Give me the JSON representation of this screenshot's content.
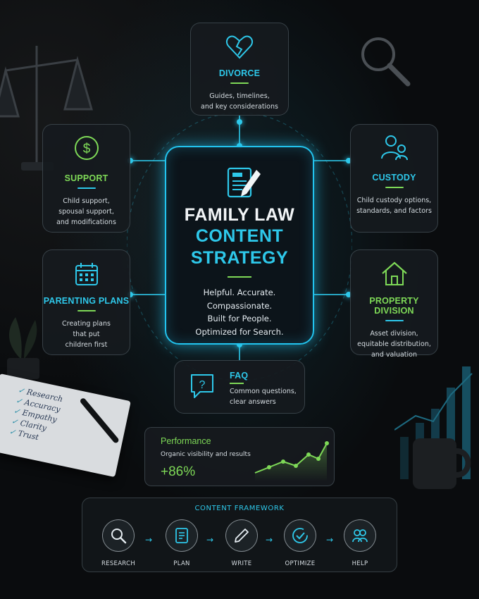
{
  "center": {
    "title_line1": "FAMILY LAW",
    "title_line2": "CONTENT",
    "title_line3": "STRATEGY",
    "tagline": [
      "Helpful. Accurate.",
      "Compassionate.",
      "Built for People.",
      "Optimized for Search."
    ],
    "icon": "document-pencil-icon"
  },
  "cards": {
    "divorce": {
      "title": "DIVORCE",
      "desc": [
        "Guides, timelines,",
        "and key considerations"
      ],
      "icon": "broken-heart-icon"
    },
    "support": {
      "title": "SUPPORT",
      "desc": [
        "Child support,",
        "spousal support,",
        "and modifications"
      ],
      "icon": "dollar-icon"
    },
    "custody": {
      "title": "CUSTODY",
      "desc": [
        "Child custody options,",
        "standards, and factors"
      ],
      "icon": "parent-child-icon"
    },
    "parenting": {
      "title": "PARENTING PLANS",
      "desc": [
        "Creating plans",
        "that put",
        "children first"
      ],
      "icon": "calendar-icon"
    },
    "property": {
      "title": "PROPERTY DIVISION",
      "desc": [
        "Asset division,",
        "equitable distribution,",
        "and valuation"
      ],
      "icon": "house-icon"
    },
    "faq": {
      "title": "FAQ",
      "desc": [
        "Common questions,",
        "clear answers"
      ],
      "icon": "question-bubble-icon"
    }
  },
  "performance": {
    "title": "Performance",
    "subtitle": "Organic visibility and results",
    "value": "+86%"
  },
  "framework": {
    "title": "CONTENT FRAMEWORK",
    "steps": [
      "RESEARCH",
      "PLAN",
      "WRITE",
      "OPTIMIZE",
      "HELP"
    ]
  },
  "notepad": {
    "items": [
      "Research",
      "Accuracy",
      "Empathy",
      "Clarity",
      "Trust"
    ]
  },
  "colors": {
    "accent_blue": "#2ec8ea",
    "accent_green": "#7ed957",
    "background": "#0a0c0e"
  }
}
